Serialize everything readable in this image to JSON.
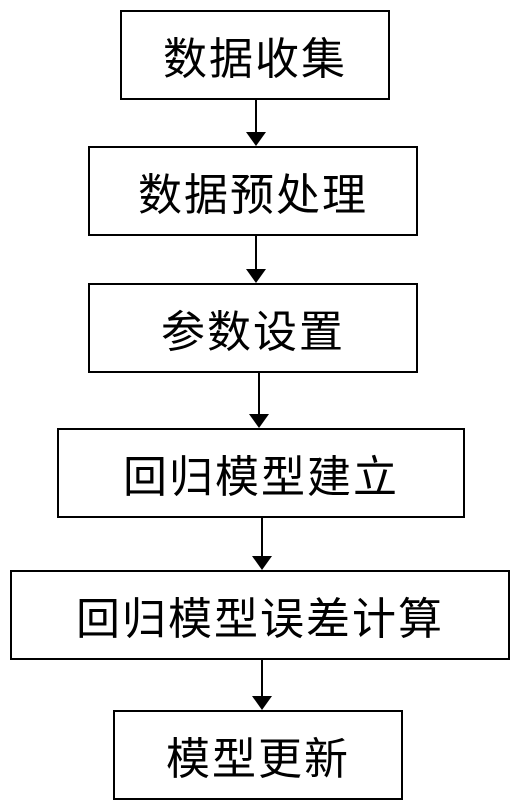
{
  "flowchart": {
    "steps": [
      {
        "label": "数据收集"
      },
      {
        "label": "数据预处理"
      },
      {
        "label": "参数设置"
      },
      {
        "label": "回归模型建立"
      },
      {
        "label": "回归模型误差计算"
      },
      {
        "label": "模型更新"
      }
    ]
  },
  "colors": {
    "stroke": "#000000",
    "background": "#ffffff"
  }
}
